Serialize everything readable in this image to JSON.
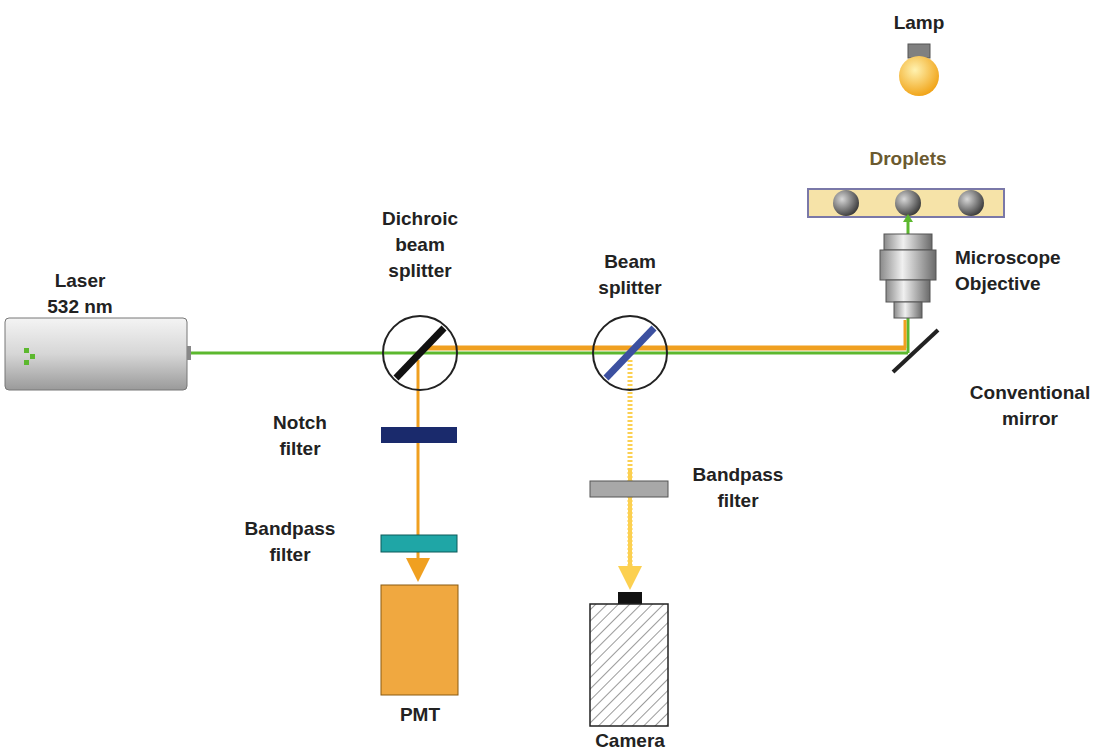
{
  "diagram": {
    "labels": [
      "Lamp",
      "Droplets",
      "Dichroic beam splitter",
      "Beam splitter",
      "Laser 532 nm",
      "Microscope Objective",
      "Conventional mirror",
      "Notch filter",
      "Bandpass filter",
      "Bandpass filter",
      "PMT",
      "Camera"
    ]
  }
}
